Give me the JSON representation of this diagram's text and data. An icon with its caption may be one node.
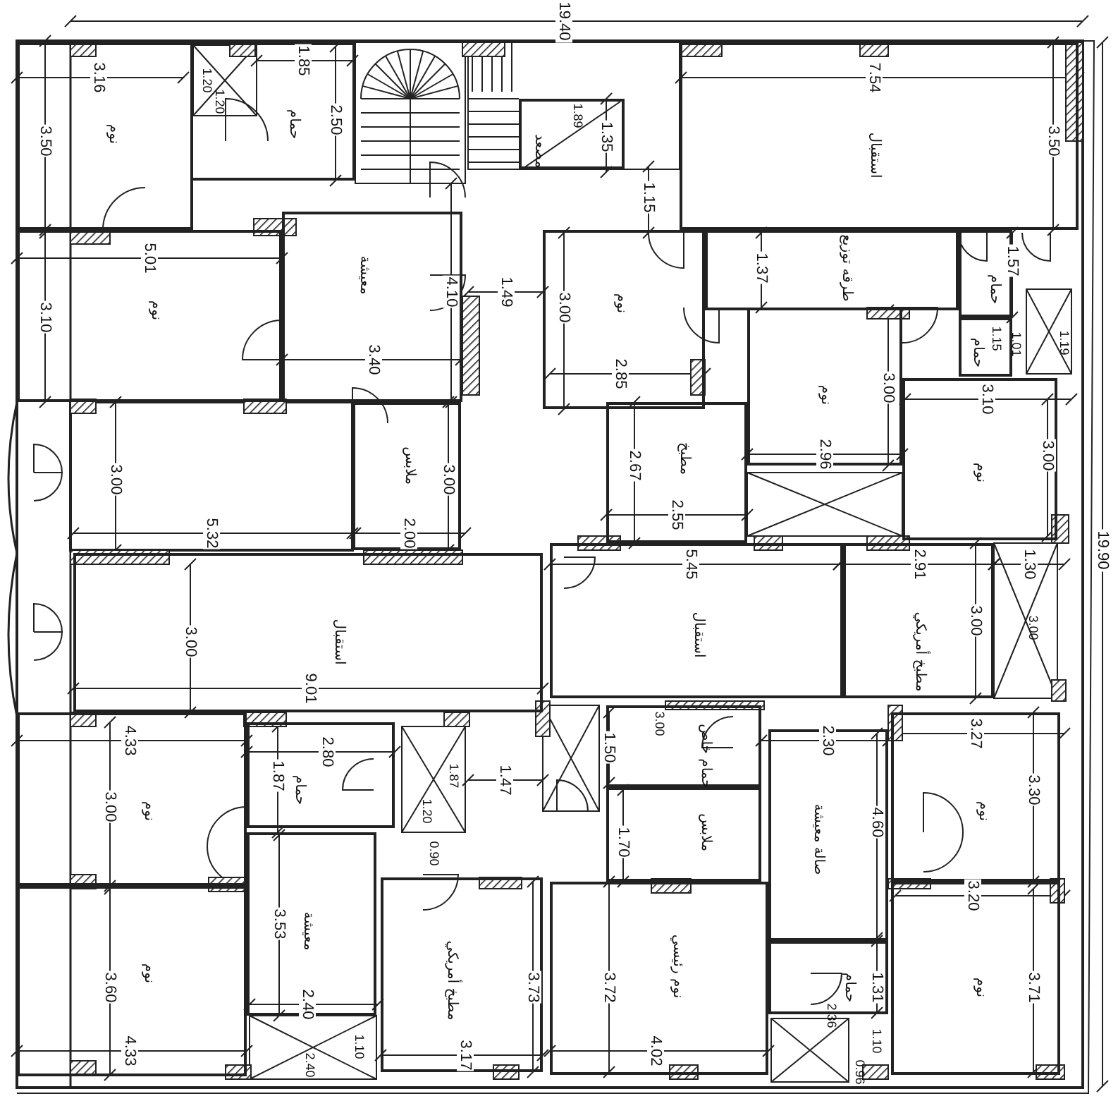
{
  "diagram": {
    "nodes": [
      {
        "text": [
          "نوم"
        ]
      },
      {
        "text": [
          "حمام"
        ]
      },
      {
        "text": [
          "مصعد"
        ]
      },
      {
        "text": [
          "استقبال"
        ]
      },
      {
        "text": [
          "نوم"
        ]
      },
      {
        "text": [
          "معيشة"
        ]
      },
      {
        "text": [
          "نوم"
        ]
      },
      {
        "text": [
          "طرقه توزيع"
        ]
      },
      {
        "text": [
          "حمام"
        ]
      },
      {
        "text": [
          "حمام"
        ]
      },
      {
        "text": [
          "نوم"
        ]
      },
      {
        "text": [
          "مطبخ"
        ]
      },
      {
        "text": [
          "نوم"
        ]
      },
      {
        "text": [
          "ملابس"
        ]
      },
      {
        "text": [
          "استقبال"
        ]
      },
      {
        "text": [
          "استقبال"
        ]
      },
      {
        "text": [
          "مطبخ أمريكي"
        ]
      },
      {
        "text": [
          "حمام خاص"
        ]
      },
      {
        "text": [
          "نوم"
        ]
      },
      {
        "text": [
          "حمام"
        ]
      },
      {
        "text": [
          "ملابس"
        ]
      },
      {
        "text": [
          "صالة معيشة"
        ]
      },
      {
        "text": [
          "نوم"
        ]
      },
      {
        "text": [
          "معيشة"
        ]
      },
      {
        "text": [
          "مطبخ أمريكي"
        ]
      },
      {
        "text": [
          "نوم"
        ]
      },
      {
        "text": [
          "نوم رئيسي"
        ]
      },
      {
        "text": [
          "حمام"
        ]
      },
      {
        "text": [
          "نوم"
        ]
      }
    ],
    "labels": [
      "19.40",
      "3.16",
      "1.85",
      "1.20",
      "1.20",
      "2.50",
      "1.89",
      "1.35",
      "7.54",
      "3.50",
      "3.50",
      "1.15",
      "5.01",
      "1.37",
      "1.57",
      "4.10",
      "1.49",
      "1.15",
      "1.01",
      "1.19",
      "3.10",
      "3.40",
      "3.00",
      "2.85",
      "3.00",
      "3.10",
      "2.67",
      "2.96",
      "3.00",
      "3.00",
      "5.32",
      "3.00",
      "2.00",
      "2.55",
      "5.45",
      "2.91",
      "1.30",
      "19.90",
      "3.00",
      "3.00",
      "3.00",
      "9.01",
      "4.33",
      "2.80",
      "3.00",
      "1.50",
      "2.30",
      "3.27",
      "1.87",
      "1.87",
      "1.47",
      "3.00",
      "1.20",
      "1.70",
      "4.60",
      "3.30",
      "0.90",
      "3.53",
      "3.20",
      "3.60",
      "3.73",
      "3.72",
      "1.31",
      "3.71",
      "2.40",
      "2.36",
      "4.33",
      "2.40",
      "1.10",
      "3.17",
      "4.02",
      "1.10",
      "0.96"
    ]
  }
}
